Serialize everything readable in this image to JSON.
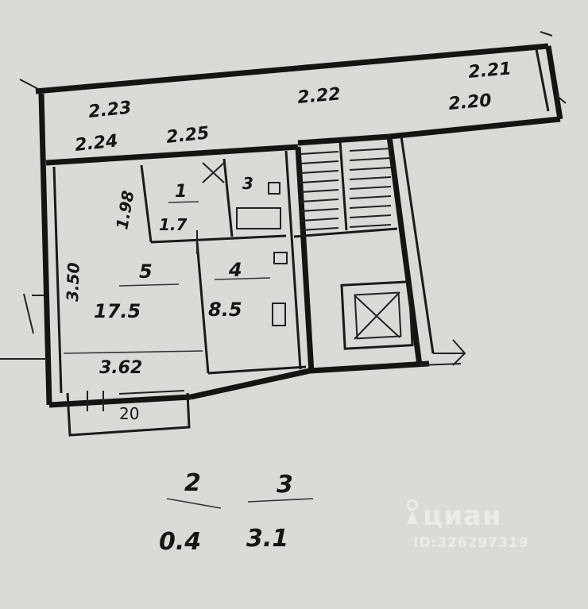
{
  "labels": {
    "corridor_left_top": "2.23",
    "corridor_left_bottom": "2.24",
    "corridor_mid_left": "2.25",
    "corridor_center": "2.22",
    "corridor_right_top": "2.21",
    "corridor_right_bottom": "2.20",
    "wall_dim_left": "1.98",
    "wall_dim_room5": "3.50",
    "room1_num": "1",
    "room1_area": "1.7",
    "room3_small": "3",
    "room5_num": "5",
    "room5_area": "17.5",
    "room4_num": "4",
    "room4_area": "8.5",
    "room5_width": "3.62",
    "balcony": "20",
    "legend2_num": "2",
    "legend2_area": "0.4",
    "legend3_num": "3",
    "legend3_area": "3.1"
  },
  "watermark": {
    "brand": "циан",
    "id": "ID:326297319",
    "icon": "location-pin-icon"
  }
}
